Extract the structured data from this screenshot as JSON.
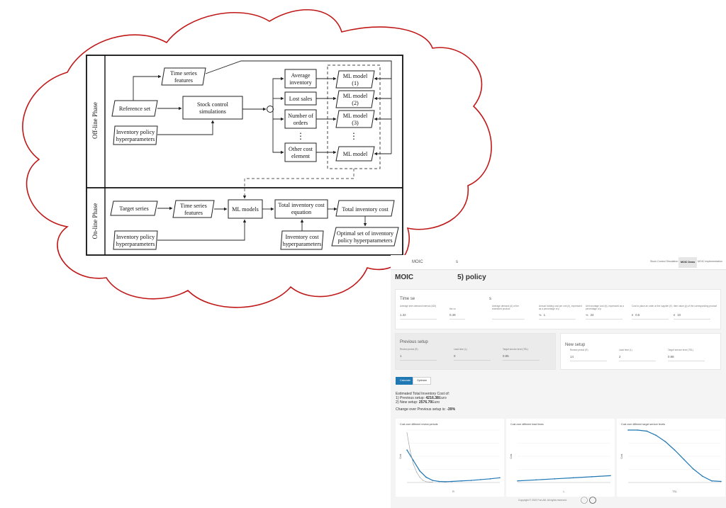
{
  "diagram": {
    "offline_phase_label": "Off-line Phase",
    "online_phase_label": "On-line Phase",
    "nodes": {
      "time_series_features_1": [
        "Time series",
        "features"
      ],
      "reference_set": [
        "Reference set"
      ],
      "stock_control_simulations": [
        "Stock control",
        "simulations"
      ],
      "inventory_policy_hyperparameters_1": [
        "Inventory policy",
        "hyperparameters"
      ],
      "average_inventory": [
        "Average",
        "inventory"
      ],
      "lost_sales": [
        "Lost sales"
      ],
      "number_of_orders": [
        "Number of",
        "orders"
      ],
      "other_cost_element": [
        "Other cost",
        "element"
      ],
      "ml_model_1": [
        "ML model",
        "(1)"
      ],
      "ml_model_2": [
        "ML model",
        "(2)"
      ],
      "ml_model_3": [
        "ML model",
        "(3)"
      ],
      "ml_model_n": [
        "ML model"
      ],
      "target_series": [
        "Target series"
      ],
      "time_series_features_2": [
        "Time series",
        "features"
      ],
      "ml_models": [
        "ML models"
      ],
      "total_inventory_cost_equation": [
        "Total inventory cost",
        "equation"
      ],
      "total_inventory_cost": [
        "Total inventory cost"
      ],
      "inventory_policy_hyperparameters_2": [
        "Inventory policy",
        "hyperparameters"
      ],
      "inventory_cost_hyperparameters": [
        "Inventory cost",
        "hyperparameters"
      ],
      "optimal_set": [
        "Optimal set of inventory",
        "policy hyperparameters"
      ]
    },
    "ellipsis": "⋮"
  },
  "app": {
    "brand": "MOIC",
    "brand_suffix": "s",
    "nav": [
      "Stock Control Simulation",
      "MOIC Demo",
      "MOIC Implementation"
    ],
    "nav_active": 1,
    "page_title_left": "MOIC",
    "page_title_right": "5) policy",
    "time_series_card": {
      "title": "Time se",
      "title_right": "s",
      "fields": [
        {
          "label": "Average inter-demand interval (ADI)",
          "prefix": "",
          "value": "1.32"
        },
        {
          "label": "the co",
          "prefix": "",
          "value": "0.49"
        },
        {
          "label": "Average demand (d) of the examined product",
          "prefix": "",
          "value": ""
        },
        {
          "label": "Annual holding cost per unit (h), expressed as a percentage of p",
          "prefix": "%",
          "value": "1"
        },
        {
          "label": "Unit shortage cost (b), expressed as a percentage of p",
          "prefix": "%",
          "value": "24"
        },
        {
          "label": "Cost to place an order at the supplier (K)",
          "prefix": "€",
          "value": "0.5"
        },
        {
          "label": "Item value (p) of the corresponding product",
          "prefix": "€",
          "value": "10"
        }
      ]
    },
    "previous_setup": {
      "title": "Previous setup",
      "fields": [
        {
          "label": "Review period (R)",
          "value": "1"
        },
        {
          "label": "Lead time (L)",
          "value": "0"
        },
        {
          "label": "Target service level (TSL)",
          "value": "0.95"
        }
      ]
    },
    "new_setup": {
      "title": "New setup",
      "fields": [
        {
          "label": "Review period (R)",
          "value": "14"
        },
        {
          "label": "Lead time (L)",
          "value": "2"
        },
        {
          "label": "Target service level (TSL)",
          "value": "0.98"
        }
      ]
    },
    "buttons": {
      "calculate": "Calculate",
      "optimize": "Optimize"
    },
    "results": {
      "heading": "Estimated Total Inventory Cost of:",
      "previous_prefix": "1) Previous setup: ",
      "previous_value": "4216.38",
      "previous_unit": "Euro",
      "new_prefix": "2) New setup: ",
      "new_value": "2576.79",
      "new_unit": "Euro",
      "change_prefix": "Change over Previous setup is: ",
      "change_value": "-39%"
    },
    "footer": "Copyright © 2022 ForLAB. All rights reserved.",
    "chart_titles": [
      "Cost over different review periods",
      "Cost over different lead times",
      "Cost over different target service levels"
    ]
  },
  "chart_data": [
    {
      "type": "line",
      "title": "Cost over different review periods",
      "xlabel": "R",
      "ylabel": "Cost",
      "xlim": [
        1,
        30
      ],
      "ylim": [
        0,
        100
      ],
      "series": [
        {
          "x": [
            1,
            3,
            5,
            7,
            9,
            11,
            13,
            15,
            18,
            21,
            24,
            27,
            30
          ],
          "values": [
            62,
            42,
            22,
            10,
            4,
            2,
            1.5,
            2,
            3,
            4,
            5.5,
            7,
            9
          ]
        },
        {
          "x": [
            1,
            2,
            3,
            4,
            5,
            6,
            7,
            8,
            9
          ],
          "values": [
            95,
            60,
            35,
            20,
            10,
            4,
            1.5,
            1,
            1
          ]
        }
      ]
    },
    {
      "type": "line",
      "title": "Cost over different lead times",
      "xlabel": "L",
      "ylabel": "Cost",
      "xlim": [
        0,
        10
      ],
      "ylim": [
        0,
        100
      ],
      "series": [
        {
          "x": [
            0,
            2,
            4,
            6,
            8,
            10
          ],
          "values": [
            3,
            5,
            7,
            9,
            11,
            13
          ]
        }
      ]
    },
    {
      "type": "line",
      "title": "Cost over different target service levels",
      "xlabel": "TSL",
      "ylabel": "Cost",
      "xlim": [
        0.8,
        1.0
      ],
      "ylim": [
        0,
        100
      ],
      "series": [
        {
          "x": [
            0.8,
            0.82,
            0.84,
            0.86,
            0.88,
            0.9,
            0.92,
            0.94,
            0.96,
            0.98,
            1.0
          ],
          "values": [
            100,
            100,
            98,
            90,
            78,
            62,
            44,
            26,
            12,
            3,
            2
          ]
        }
      ]
    }
  ],
  "colors": {
    "cloud": "#c01818",
    "line_blue": "#1f77b4",
    "line_grey": "#999999",
    "primary": "#1f77b4"
  }
}
